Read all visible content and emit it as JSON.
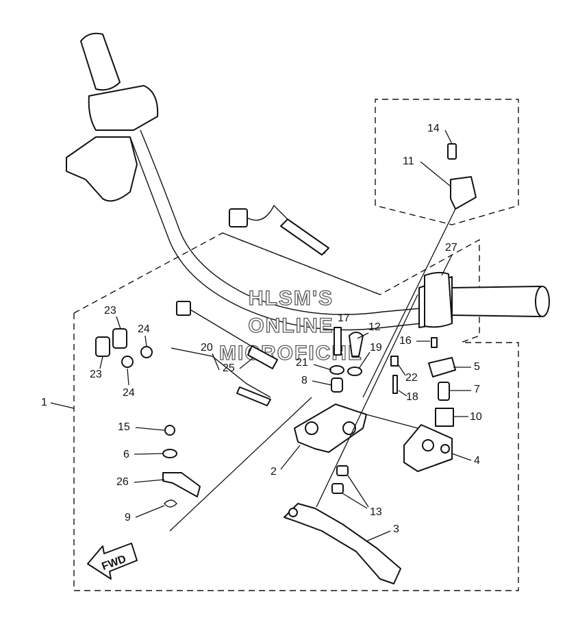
{
  "watermark": [
    "HLSM'S",
    "ONLINE",
    "MICROFICHE"
  ],
  "fwd_label": "FWD",
  "callouts": [
    "1",
    "2",
    "3",
    "4",
    "5",
    "6",
    "7",
    "8",
    "9",
    "10",
    "11",
    "12",
    "13",
    "14",
    "15",
    "16",
    "17",
    "18",
    "19",
    "20",
    "21",
    "22",
    "23",
    "23",
    "24",
    "24",
    "25",
    "26",
    "27"
  ]
}
